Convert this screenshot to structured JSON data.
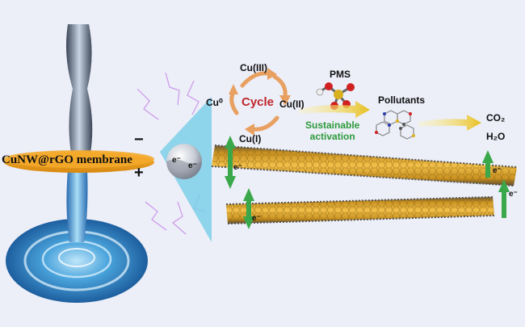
{
  "membrane": {
    "label": "CuNW@rGO membrane",
    "minus_sign": "−",
    "plus_sign": "+"
  },
  "electrons": {
    "label": "e⁻"
  },
  "cycle": {
    "center": "Cycle",
    "species_top": "Cu(III)",
    "species_right": "Cu(II)",
    "species_bottom": "Cu(I)",
    "species_left": "Cu⁰"
  },
  "reaction": {
    "oxidant": "PMS",
    "activation": "Sustainable\nactivation",
    "pollutants": "Pollutants",
    "product_1": "CO₂",
    "product_2": "H₂O"
  },
  "colors": {
    "background": "#eceef8",
    "nanowire": "#e0a52a",
    "cycle_arrow": "#e8a060",
    "cycle_text": "#c0252a",
    "activation_text": "#2e9a3a",
    "electron_arrow": "#3aa84a",
    "membrane": "#f0a020",
    "water": "#4aa4dc"
  }
}
